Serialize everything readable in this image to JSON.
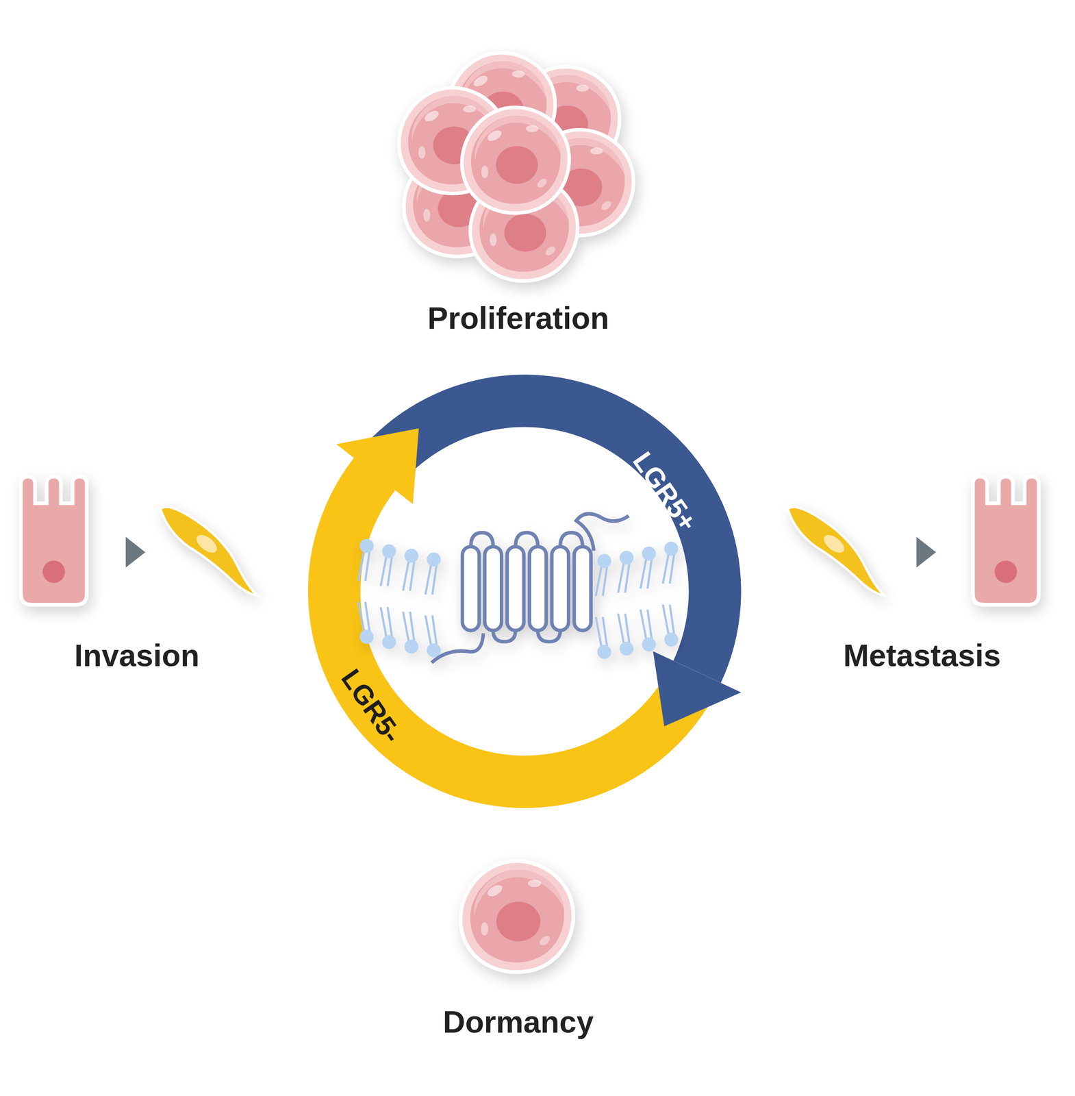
{
  "diagram": {
    "labels": [
      "Proliferation",
      "LGR5+",
      "LGR5-",
      "Invasion",
      "Metastasis",
      "Dormancy"
    ]
  }
}
